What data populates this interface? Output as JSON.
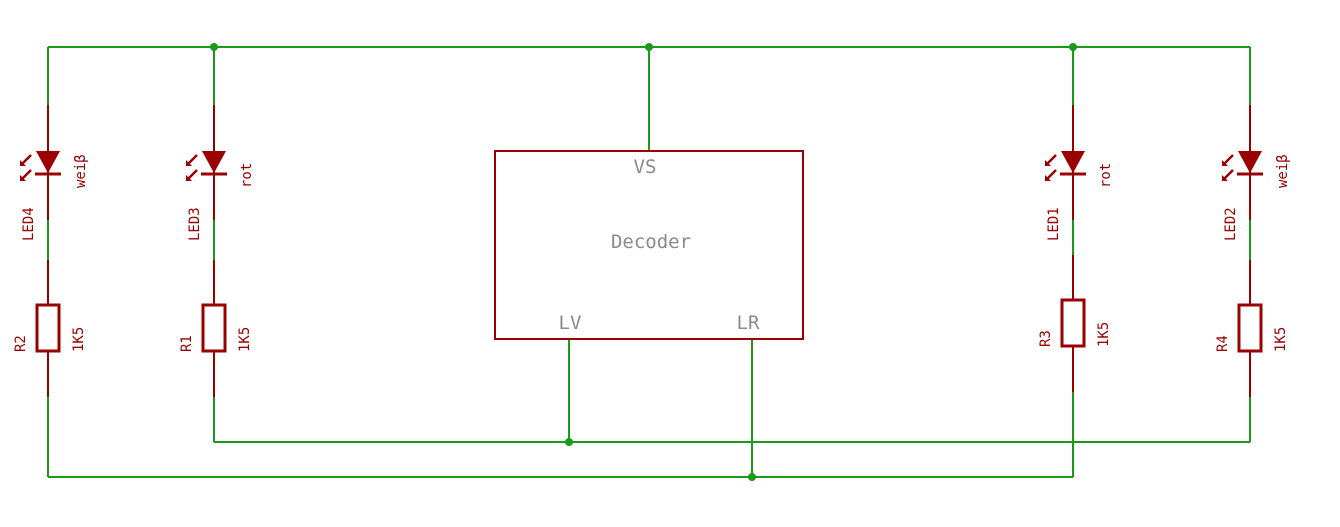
{
  "decoder": {
    "name": "Decoder",
    "pin_vs": "VS",
    "pin_lv": "LV",
    "pin_lr": "LR"
  },
  "leds": [
    {
      "name": "LED4",
      "value": "weiβ",
      "resistor": "R2",
      "resistor_value": "1K5"
    },
    {
      "name": "LED3",
      "value": "rot",
      "resistor": "R1",
      "resistor_value": "1K5"
    },
    {
      "name": "LED1",
      "value": "rot",
      "resistor": "R3",
      "resistor_value": "1K5"
    },
    {
      "name": "LED2",
      "value": "weiβ",
      "resistor": "R4",
      "resistor_value": "1K5"
    }
  ],
  "colors": {
    "wire": "#1a9a1a",
    "part": "#9a0000",
    "block_text": "#8a8a8a"
  }
}
